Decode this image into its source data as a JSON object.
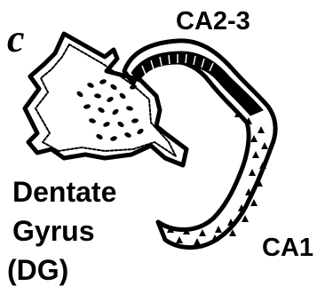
{
  "panel_letter": "c",
  "labels": {
    "ca23": "CA2-3",
    "dentate_line1": "Dentate",
    "dentate_line2": "Gyrus",
    "dentate_line3": "(DG)",
    "ca1": "CA1"
  },
  "colors": {
    "ink": "#000000",
    "background": "#ffffff"
  }
}
